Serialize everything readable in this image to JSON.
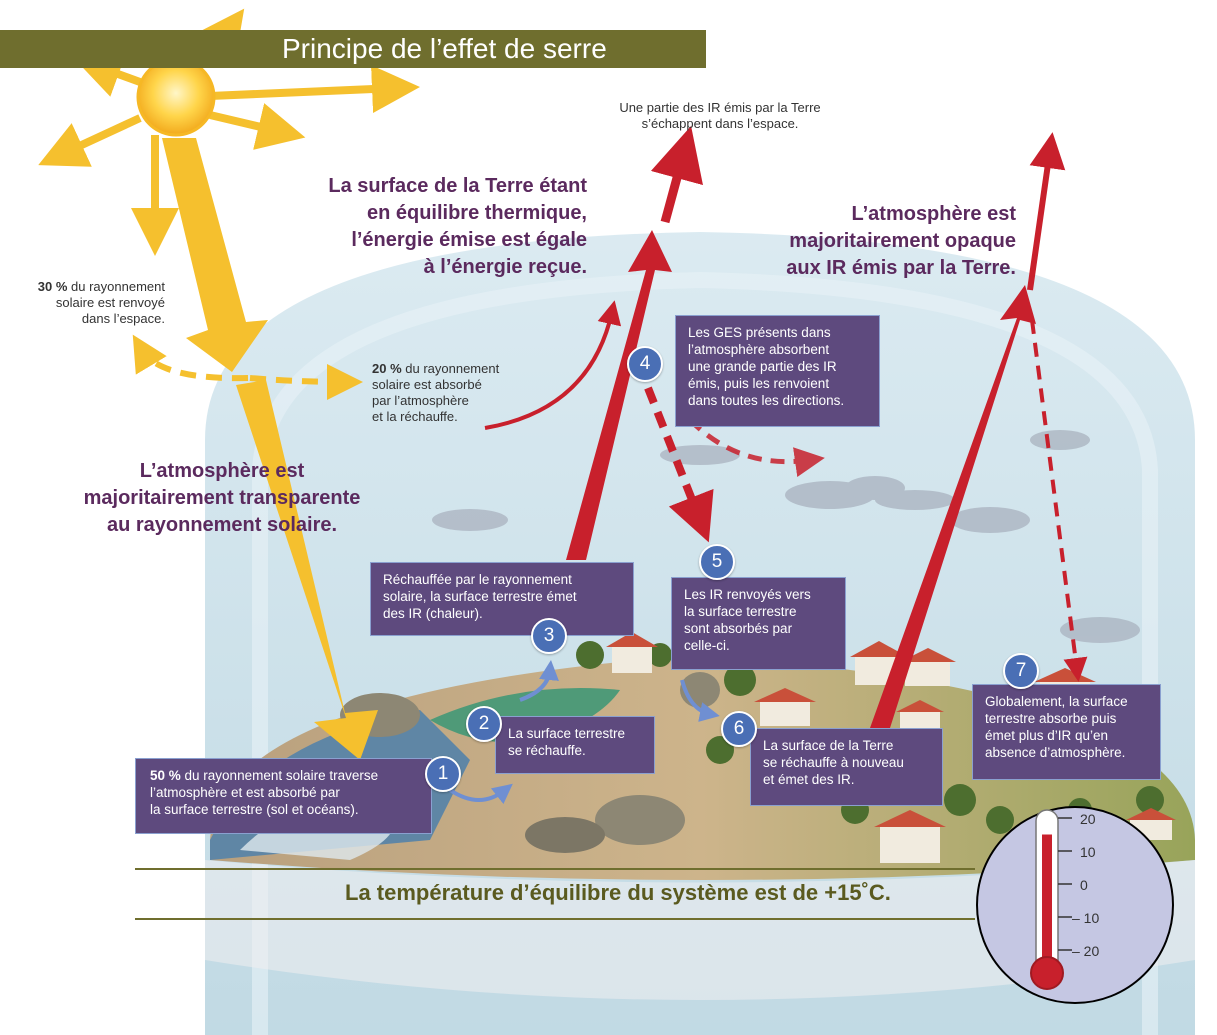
{
  "title": "Principe de l’effet de serre",
  "heading_left": "La surface de la Terre étant\nen équilibre thermique,\nl’énergie émise est égale\nà l’énergie reçue.",
  "heading_right": "L’atmosphère est\nmajoritairement opaque\naux IR émis par la Terre.",
  "heading_transparent": "L’atmosphère est\nmajoritairement transparente\nau rayonnement solaire.",
  "note_escape": "Une partie des IR émis par la Terre\ns’échappent dans l’espace.",
  "note_30_bold": "30 %",
  "note_30_rest": " du rayonnement\nsolaire est renvoyé\ndans l’espace.",
  "note_20_bold": "20 %",
  "note_20_rest": " du rayonnement\nsolaire est absorbé\npar l’atmosphère\net la réchauffe.",
  "steps": [
    {
      "number": "1",
      "bold": "50 %",
      "text": " du rayonnement solaire traverse\nl’atmosphère et est absorbé par\nla surface terrestre (sol et océans)."
    },
    {
      "number": "2",
      "text": "La surface terrestre\nse réchauffe."
    },
    {
      "number": "3",
      "text": "Réchauffée par le rayonnement\nsolaire, la surface terrestre émet\ndes IR (chaleur)."
    },
    {
      "number": "4",
      "text": "Les GES présents dans\nl’atmosphère absorbent\nune grande partie des IR\némis, puis les renvoient\ndans toutes les directions."
    },
    {
      "number": "5",
      "text": "Les IR renvoyés vers\nla surface terrestre\nsont absorbés  par\ncelle-ci."
    },
    {
      "number": "6",
      "text": "La surface de la Terre\nse réchauffe à nouveau\net émet des IR."
    },
    {
      "number": "7",
      "text": "Globalement, la surface\nterrestre absorbe puis\német plus d’IR qu’en\nabsence d’atmosphère."
    }
  ],
  "bottom_text": "La température d’équilibre du système est de +15˚C.",
  "thermometer": {
    "ticks": [
      "20",
      "10",
      "0",
      "– 10",
      "– 20"
    ],
    "value_celsius": 15
  },
  "colors": {
    "title_bar": "#6f6e2e",
    "heading": "#5b2a5e",
    "box": "#5e4a7e",
    "badge": "#4a6fb5",
    "sun_arrow": "#f5c02e",
    "ir_arrow": "#c8202c"
  }
}
